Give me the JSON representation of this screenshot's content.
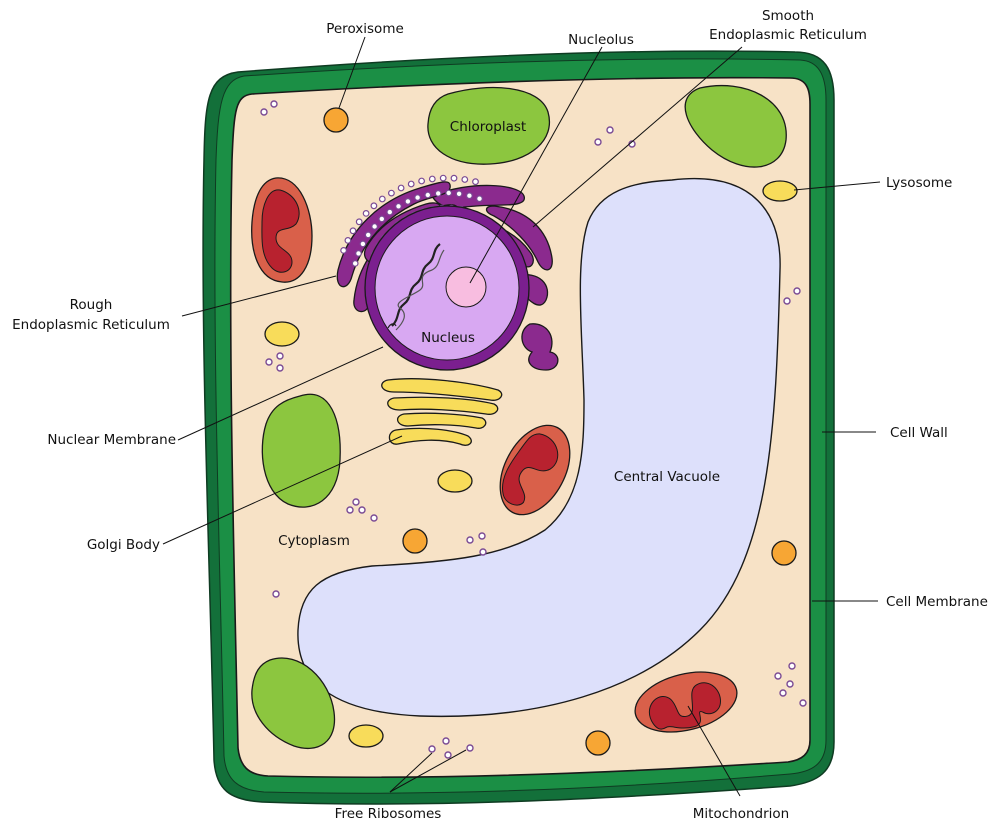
{
  "labels": {
    "peroxisome": "Peroxisome",
    "nucleolus": "Nucleolus",
    "smooth_er": [
      "Smooth",
      "Endoplasmic Reticulum"
    ],
    "lysosome": "Lysosome",
    "rough_er": [
      "Rough",
      "Endoplasmic Reticulum"
    ],
    "nuclear_membrane": "Nuclear Membrane",
    "golgi_body": "Golgi Body",
    "cell_wall": "Cell Wall",
    "cell_membrane": "Cell Membrane",
    "free_ribosomes": "Free Ribosomes",
    "mitochondrion": "Mitochondrion"
  },
  "inline_labels": {
    "chloroplast": "Chloroplast",
    "nucleus": "Nucleus",
    "central_vacuole": "Central Vacuole",
    "cytoplasm": "Cytoplasm"
  },
  "colors": {
    "cell_wall": "#1b8f45",
    "cell_wall_dark": "#13703a",
    "cytoplasm": "#f7e2c6",
    "vacuole": "#dde0fb",
    "chloroplast": "#8cc63f",
    "nucleus_fill": "#d8a8f2",
    "nucleus_ring": "#7b1f8f",
    "nucleolus": "#f8bde0",
    "er": "#8b2a8e",
    "golgi": "#f8dc5a",
    "mitochondrion_outer": "#d9604a",
    "mitochondrion_inner": "#b8222f",
    "peroxisome": "#f7a634",
    "lysosome": "#f8dc5a",
    "ribosome": "#7a4a94"
  }
}
